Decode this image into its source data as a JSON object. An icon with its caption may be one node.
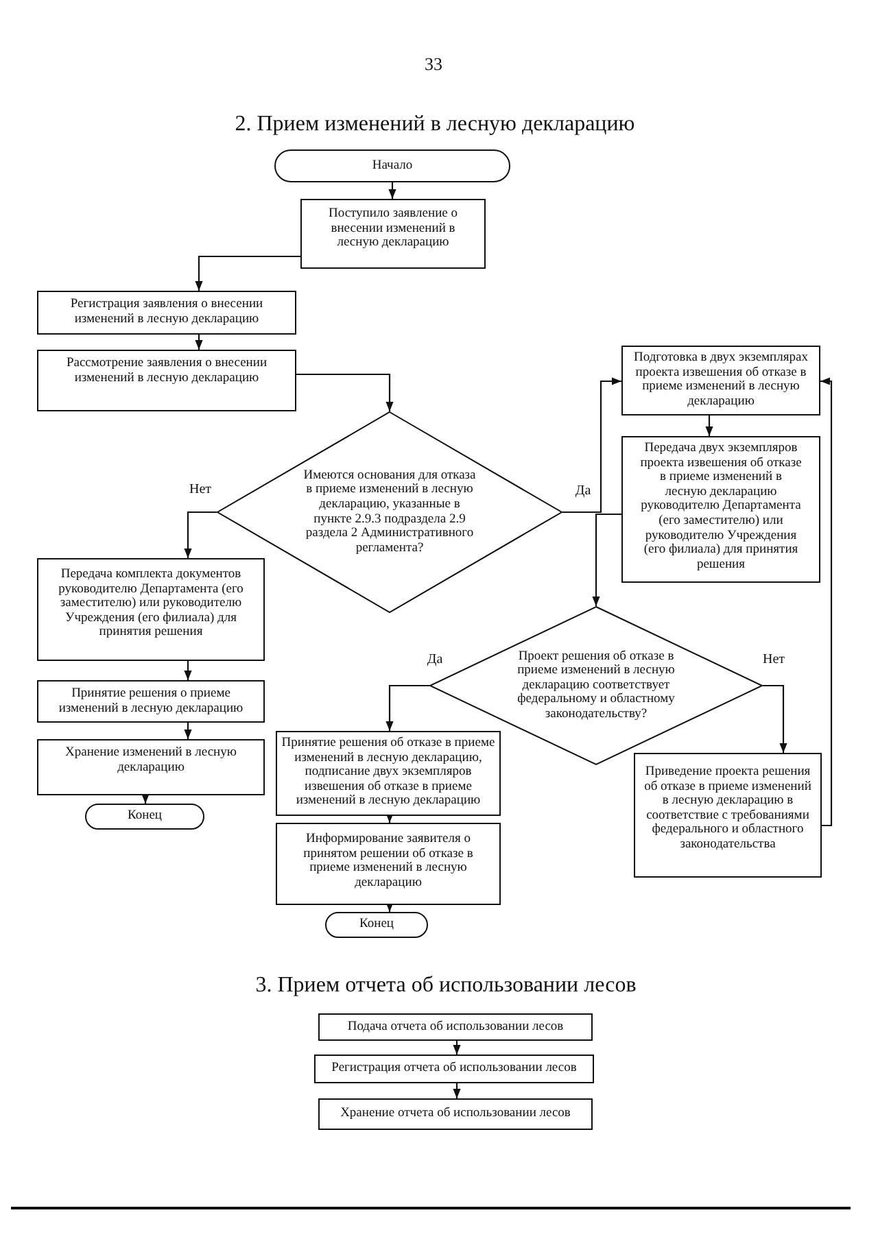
{
  "diagram": {
    "title": "2. Прием изменений в лесную декларацию",
    "nodes": [
      {
        "text": [
          "Начало"
        ]
      },
      {
        "text": [
          "Поступило заявление о внесении изменений в лесную декларацию"
        ]
      },
      {
        "text": [
          "Регистрация заявления о внесении изменений в лесную декларацию"
        ]
      },
      {
        "text": [
          "Рассмотрение заявления о внесении изменений в лесную декларацию"
        ]
      },
      {
        "text": [
          "Имеются основания для отказа в приеме изменений в лесную декларацию, указанные в пункте 2.9.3 подраздела 2.9 раздела 2 Административного регламента?"
        ]
      },
      {
        "text": [
          "Подготовка в двух экземплярах проекта извешения об отказе в приеме изменений в лесную декларацию"
        ]
      },
      {
        "text": [
          "Передача двух экземпляров проекта извешения об отказе в приеме изменений в лесную декларацию руководителю Департамента (его заместителю) или руководителю Учреждения (его филиала) для принятия решения"
        ]
      },
      {
        "text": [
          "Передача комплекта документов руководителю Департамента (его заместителю) или руководителю Учреждения (его филиала) для принятия решения"
        ]
      },
      {
        "text": [
          "Проект решения об отказе в приеме изменений в лесную декларацию соответствует федеральному и областному законодательству?"
        ]
      },
      {
        "text": [
          "Принятие решения о приеме изменений в лесную декларацию"
        ]
      },
      {
        "text": [
          "Хранение изменений в лесную декларацию"
        ]
      },
      {
        "text": [
          "Конец"
        ]
      },
      {
        "text": [
          "Принятие решения об отказе в приеме изменений в лесную декларацию, подписание двух экземпляров извешения об отказе в приеме изменений в лесную декларацию"
        ]
      },
      {
        "text": [
          "Приведение проекта решения об отказе в приеме изменений в лесную декларацию в соответствие с требованиями федерального и областного законодательства"
        ]
      },
      {
        "text": [
          "Информирование заявителя о принятом решении об отказе в приеме изменений в лесную декларацию"
        ]
      },
      {
        "text": [
          "Конец"
        ]
      },
      {
        "text": [
          "Подача отчета об использовании лесов"
        ]
      },
      {
        "text": [
          "Регистрация отчета об использовании лесов"
        ]
      },
      {
        "text": [
          "Хранение отчета об использовании лесов"
        ]
      }
    ],
    "edges": [
      {
        "from": 0,
        "to": 1,
        "arrow": "to"
      },
      {
        "from": 1,
        "to": 2,
        "arrow": "to"
      },
      {
        "from": 2,
        "to": 3,
        "arrow": "to"
      },
      {
        "from": 3,
        "to": 4,
        "arrow": "to"
      },
      {
        "from": 4,
        "to": 7,
        "arrow": "to",
        "label": "Нет"
      },
      {
        "from": 4,
        "to": 5,
        "arrow": "to",
        "label": "Да"
      },
      {
        "from": 5,
        "to": 6,
        "arrow": "to"
      },
      {
        "from": 6,
        "to": 8,
        "arrow": "to"
      },
      {
        "from": 8,
        "to": 12,
        "arrow": "to",
        "label": "Да"
      },
      {
        "from": 8,
        "to": 13,
        "arrow": "to",
        "label": "Нет"
      },
      {
        "from": 13,
        "to": 5,
        "arrow": "to"
      },
      {
        "from": 7,
        "to": 9,
        "arrow": "to"
      },
      {
        "from": 9,
        "to": 10,
        "arrow": "to"
      },
      {
        "from": 10,
        "to": 11,
        "arrow": "to"
      },
      {
        "from": 12,
        "to": 14,
        "arrow": "to"
      },
      {
        "from": 14,
        "to": 15,
        "arrow": "to"
      },
      {
        "from": 16,
        "to": 17,
        "arrow": "to"
      },
      {
        "from": 17,
        "to": 18,
        "arrow": "to"
      }
    ],
    "labels": [
      "33",
      "3. Прием отчета об использовании лесов"
    ]
  }
}
